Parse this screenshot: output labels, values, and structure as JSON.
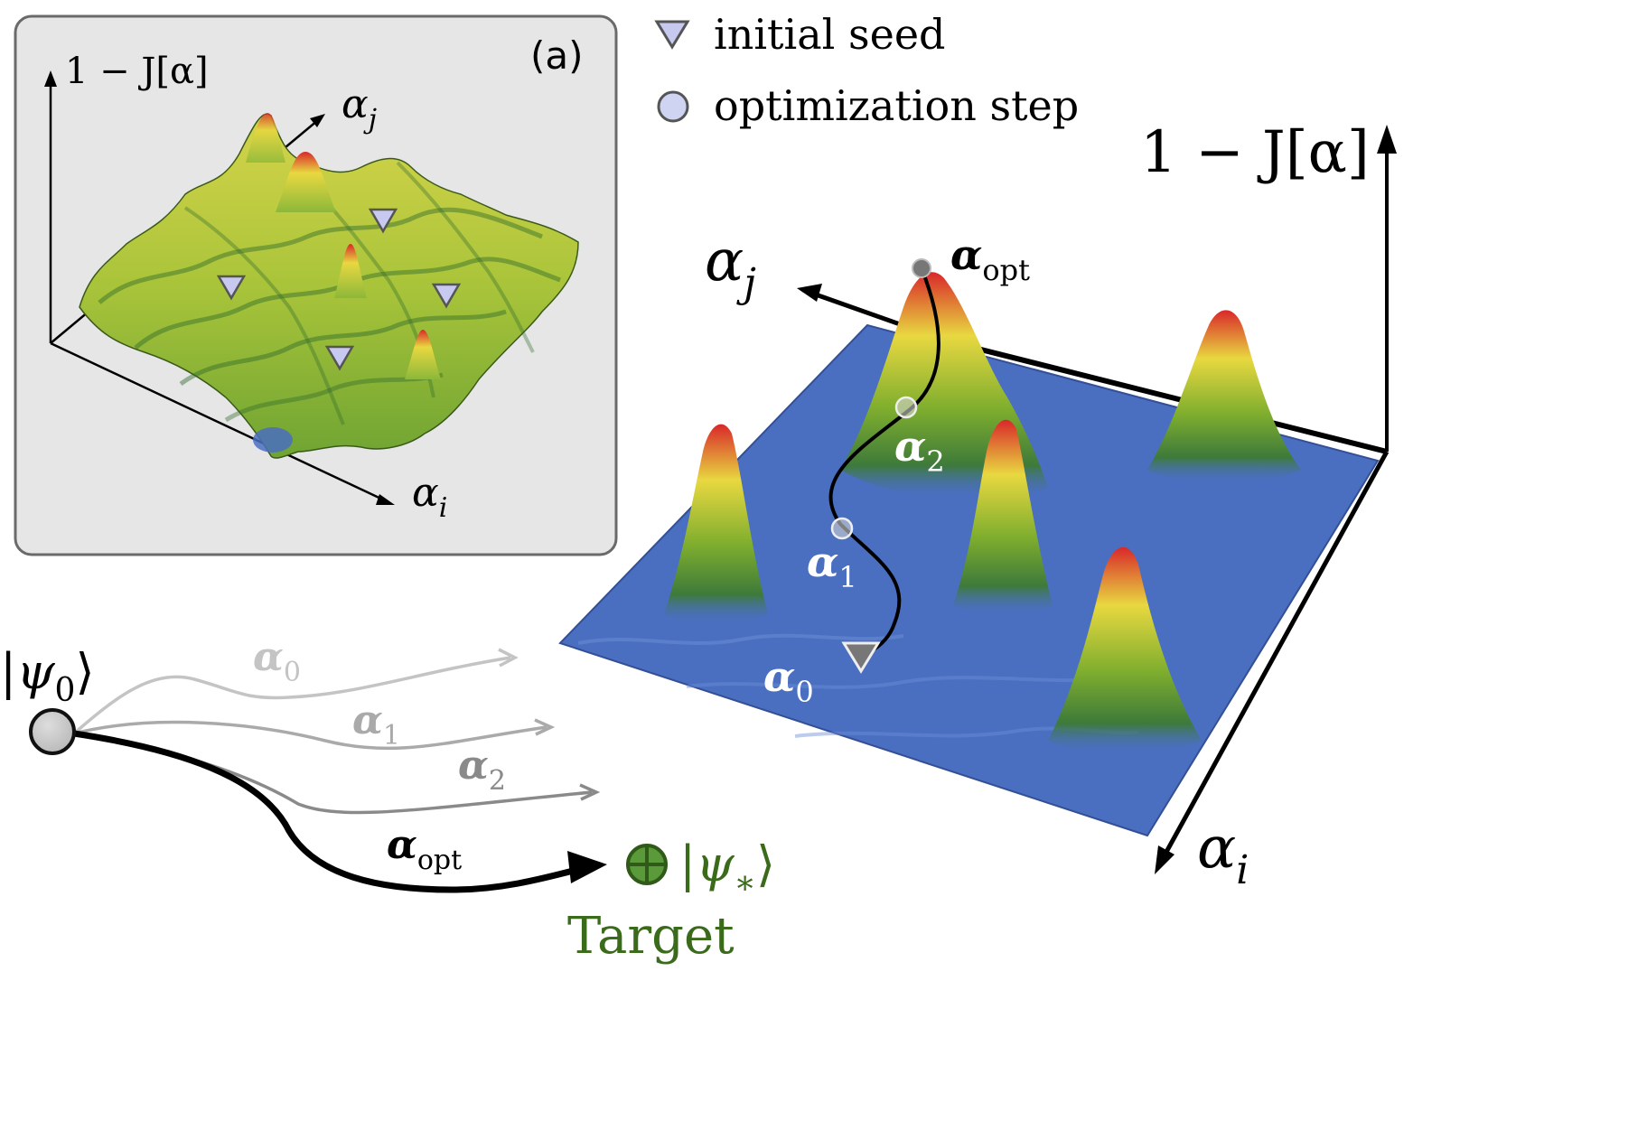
{
  "legend": {
    "initial_seed": "initial seed",
    "optimization_step": "optimization step"
  },
  "panel_a": {
    "label": "(a)",
    "axis_z": "1 − J[α]",
    "axis_j": "α",
    "axis_j_sub": "j",
    "axis_i": "α",
    "axis_i_sub": "i"
  },
  "main_plot": {
    "axis_z": "1 − J[α]",
    "axis_j": "α",
    "axis_j_sub": "j",
    "axis_i": "α",
    "axis_i_sub": "i",
    "points": [
      {
        "sym": "α",
        "sub": "opt"
      },
      {
        "sym": "α",
        "sub": "2"
      },
      {
        "sym": "α",
        "sub": "1"
      },
      {
        "sym": "α",
        "sub": "0"
      }
    ]
  },
  "circuit": {
    "initial_state": "|ψ",
    "initial_state_sub": "0",
    "initial_state_close": "⟩",
    "paths": [
      {
        "sym": "α",
        "sub": "0"
      },
      {
        "sym": "α",
        "sub": "1"
      },
      {
        "sym": "α",
        "sub": "2"
      },
      {
        "sym": "α",
        "sub": "opt"
      }
    ],
    "target_state": "|ψ",
    "target_state_sub": "∗",
    "target_state_close": "⟩",
    "target_label": "Target"
  },
  "colors": {
    "surface_blue": "#4a6fc0",
    "peak_red": "#d9282a",
    "peak_yellow": "#e8d840",
    "peak_green": "#4f9a2a",
    "target_green": "#3a6b1a",
    "panel_bg": "#e6e6e6",
    "seed_fill": "#c7c9f0",
    "step_fill": "#cfd4f2"
  }
}
